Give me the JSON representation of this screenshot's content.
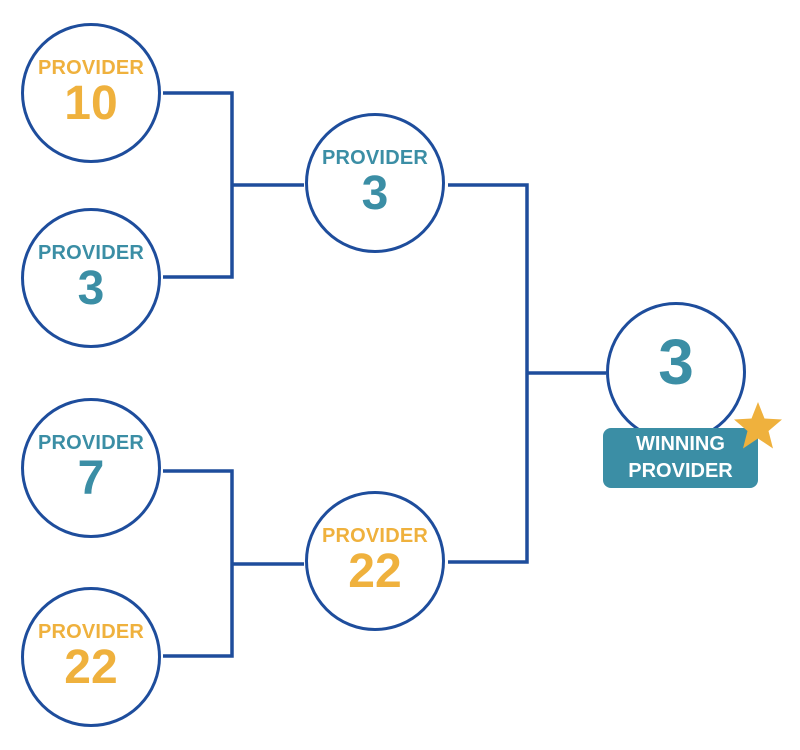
{
  "colors": {
    "line": "#1e4d9c",
    "teal": "#3b8ea5",
    "gold": "#efb13d"
  },
  "round1": [
    {
      "label": "PROVIDER",
      "number": "10"
    },
    {
      "label": "PROVIDER",
      "number": "3"
    },
    {
      "label": "PROVIDER",
      "number": "7"
    },
    {
      "label": "PROVIDER",
      "number": "22"
    }
  ],
  "round2": [
    {
      "label": "PROVIDER",
      "number": "3"
    },
    {
      "label": "PROVIDER",
      "number": "22"
    }
  ],
  "final": {
    "number": "3",
    "badge_line1": "WINNING",
    "badge_line2": "PROVIDER",
    "icon": "star-icon"
  }
}
